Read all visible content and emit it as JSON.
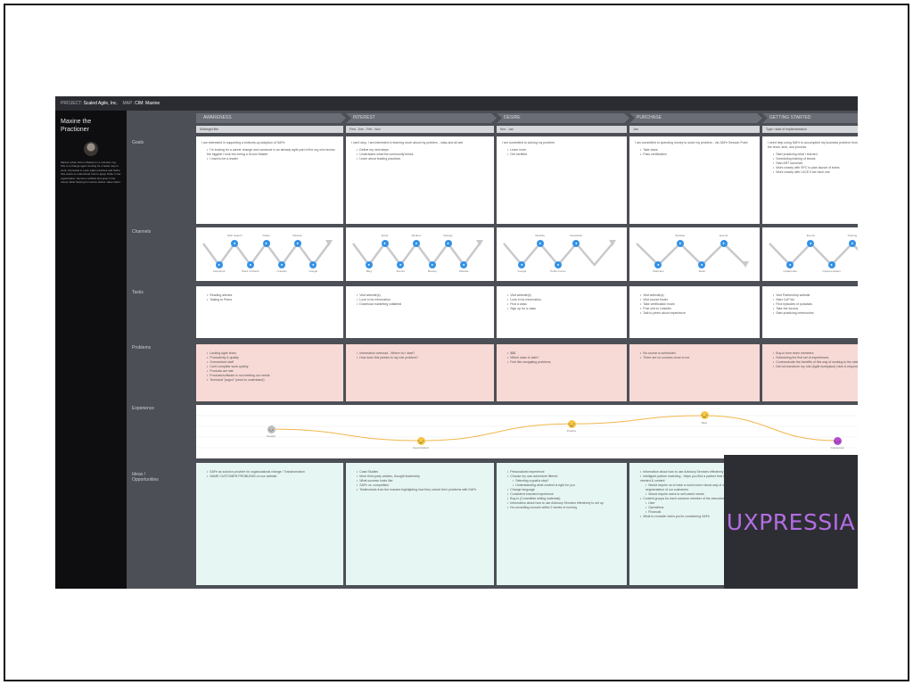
{
  "topbar": {
    "project_label": "PROJECT:",
    "project_name": "Scaled Agile, Inc.",
    "map_label": "MAP:",
    "map_name": "CIM: Maxine"
  },
  "persona": {
    "name": "Maxine the Practioner",
    "bio": "Maxine (often Scrum Master) in a mid-size org. She is a change agent looking for a better way to work, interested in Lean-Agile practices and SAFe. She wants to understand how to apply SAFe in her organization, become certified and grow in her career while helping her teams deliver value faster."
  },
  "row_labels": [
    "Goals",
    "Channels",
    "Tasks",
    "Problems",
    "Experience",
    "Ideas / Opportunities"
  ],
  "stages": [
    {
      "name": "AWARENESS",
      "sub": "Subteigel title"
    },
    {
      "name": "INTEREST",
      "sub": "First - Dec - Feb - Nov"
    },
    {
      "name": "DESIRE",
      "sub": "Nov - Jan"
    },
    {
      "name": "PURCHASE",
      "sub": "Jan"
    },
    {
      "name": "GETTING STARTED",
      "sub": "Type / start of implementation"
    }
  ],
  "goals": [
    {
      "intro": "I am interested in supporting a bottoms-up adoption of SAFe",
      "items": [
        "I'm looking for a career change and someone is an already agile part of the org who knows the biggest I took into being a Scrum Master",
        "I want to be a leader"
      ]
    },
    {
      "intro": "I can't stop, I am interested in learning more about my problem - sdsa and all see",
      "items": [
        "Define my next steps",
        "Understand what the community thinks",
        "Learn about leading practices"
      ]
    },
    {
      "intro": "I am committed to solving my problem",
      "items": [
        "Learn more",
        "Get certified"
      ]
    },
    {
      "intro": "I am committed to spending money to solve my problem - via SAFe Session Point",
      "items": [
        "Take class",
        "Pass certification"
      ]
    },
    {
      "intro": "I need help using SAFe to accomplish my business problem from dissemination the team, tech, and process",
      "items": [
        "Start practicing what I learned",
        "Scheduling training of teams",
        "Start ART launches",
        "Work closely with SPC to plan launch of trains",
        "Work closely with LACE if we have one"
      ]
    }
  ],
  "channels": [
    {
      "top": [
        "Web Search",
        "Twitter",
        "Medium"
      ],
      "bottom": [
        "Facebook",
        "Word of Mouth",
        "LinkedIn",
        "Google"
      ]
    },
    {
      "top": [
        "Email",
        "Medium",
        "Ratings"
      ],
      "bottom": [
        "Blog",
        "Events",
        "Meetup",
        "Website"
      ]
    },
    {
      "top": [
        "Website",
        "Newsletter",
        "Community"
      ],
      "bottom": [
        "Google",
        "Public Forum"
      ]
    },
    {
      "top": [
        "Website",
        "Events"
      ],
      "bottom": [
        "Webinars",
        "Slack"
      ]
    },
    {
      "top": [
        "Events",
        "Training"
      ],
      "bottom": [
        "Collaborate",
        "Implementation"
      ]
    }
  ],
  "tasks": [
    [
      "Reading articles",
      "Talking to Peers"
    ],
    [
      "Visit website(s)",
      "Look in for information",
      "Download marketing collateral"
    ],
    [
      "Visit website(s)",
      "Look in for information",
      "Find a class",
      "Sign up for a class"
    ],
    [
      "Visit website(s)",
      "Visit course finder",
      "Take certification exam",
      "Post cert to LinkedIn",
      "Talk to peers about experience"
    ],
    [
      "Visit Partnership website",
      "Start CoP list",
      "Find episodes of podcasts",
      "Take the forums",
      "Start practicing ceremonies"
    ]
  ],
  "problems": [
    [
      "Lacking Agile team",
      "Productivity & quality",
      "Overworked staff",
      "Can't complete work quickly",
      "Products are late",
      "Products/software is not meeting our needs",
      "Technical \"jargon\" (need to understand)"
    ],
    [
      "Information overload - Where do I start?",
      "How does this pertain to my role problem?"
    ],
    [
      "$$$",
      "Which class to take?",
      "Feel like navigating problems"
    ],
    [
      "No course is scheduled",
      "There are no courses close to me"
    ],
    [
      "Buy-in from team members",
      "Scheduling the first set of experiences",
      "Communicate the benefits of this way of working to the stakeholders",
      "Did not transform my role (Agile workplace) roles & responsibilities"
    ]
  ],
  "experience": [
    {
      "label": "Neutral",
      "face": "neutral"
    },
    {
      "label": "Good (better)",
      "face": "happy"
    },
    {
      "label": "Positive",
      "face": "happy"
    },
    {
      "label": "Best",
      "face": "happy"
    },
    {
      "label": "Concerned",
      "face": "sad"
    }
  ],
  "ideas": [
    [
      "SAFe as solution provider for organizational change / Transformation",
      "NAME CUSTOMER PROBLEMS on our website"
    ],
    [
      "Case Studies",
      "More third-party articles, thought leadership",
      "What success looks like",
      "SAFe vs. competition",
      "Testimonials from the masses highlighting how they solved their problems with SAFe"
    ],
    [
      "Personalized experience",
      "Choose my own adventure filtered",
      {
        "ind": "Selecting a goal/a step?"
      },
      {
        "ind": "Understanding what content is right for you"
      },
      "Change language",
      "Consistent branded experience",
      "Buy-in (Committee selling materials)",
      "Information about how to use Advisory Services effectively to set up",
      "No consulting courses within 2 weeks of running"
    ],
    [
      "Information about how to use Advisory Services effectively to set up",
      "Intelligent partner matching - helps you find a partner that meets your context needed & content",
      {
        "ind": "Would require us to have a much more robust way of understanding and segmentation of our customers"
      },
      {
        "ind": "Would require users to self-select needs"
      },
      "Content groups for each common member of the executive committee",
      {
        "ind": "User"
      },
      {
        "ind": "Operations"
      },
      {
        "ind": "Financial"
      },
      "What to consider when you're considering SAFe"
    ],
    []
  ],
  "logo": {
    "text": "UXPRESSIA",
    "color": "#b46de3"
  },
  "colors": {
    "problem_bg": "#f7d9d6",
    "idea_bg": "#e6f6f3",
    "channel_icon": "#3392e6",
    "curve": "#f2b64c"
  }
}
